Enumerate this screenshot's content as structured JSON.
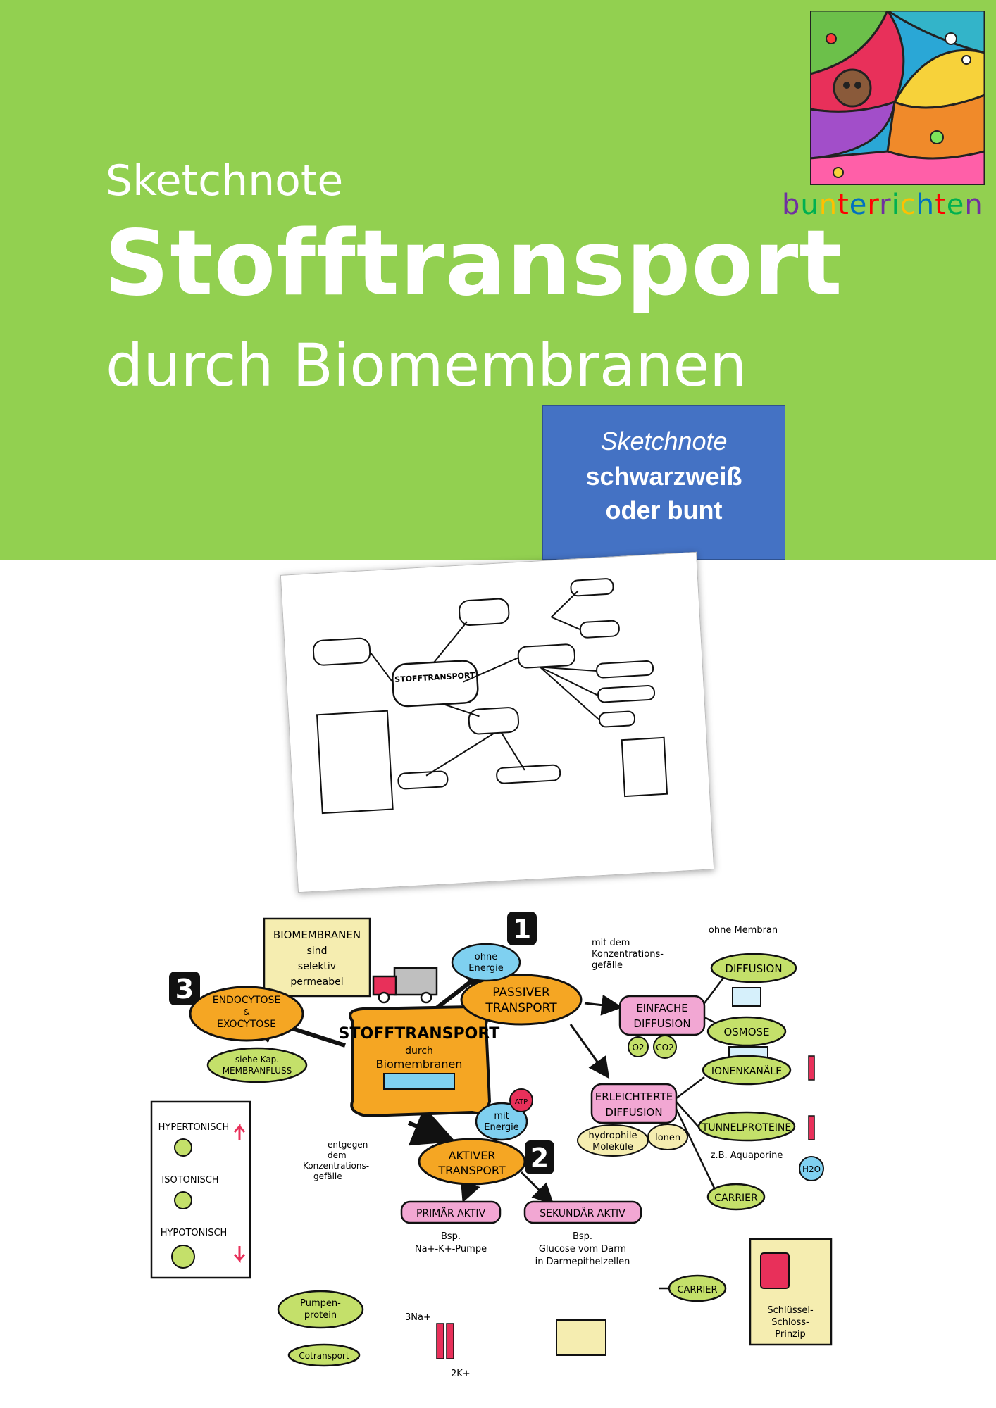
{
  "header": {
    "kicker": "Sketchnote",
    "title_line1": "Stofftransport",
    "title_line2": "durch Biomembranen"
  },
  "infobox": {
    "line1": "Sketchnote",
    "line2": "schwarzweiß",
    "line3": "oder bunt"
  },
  "brand": {
    "letters": [
      "b",
      "u",
      "n",
      "t",
      "e",
      "r",
      "r",
      "i",
      "c",
      "h",
      "t",
      "e",
      "n"
    ],
    "colors": [
      "#7030a0",
      "#00b050",
      "#ffc000",
      "#ff0000",
      "#0070c0",
      "#ff0000",
      "#7030a0",
      "#00b050",
      "#ffc000",
      "#0070c0",
      "#ff0000",
      "#00b050",
      "#7030a0"
    ]
  },
  "colors": {
    "banner": "#92d050",
    "infobox": "#4472c4",
    "orange": "#f5a623",
    "pink": "#f2a7d3",
    "green": "#c4e06a",
    "cream": "#f5edb0",
    "blue": "#7fd0f0"
  },
  "sketch": {
    "hub": [
      "STOFFTRANSPORT",
      "durch",
      "Biomembranen"
    ],
    "numbers": [
      "1",
      "2",
      "3"
    ],
    "note": [
      "BIOMEMBRANEN",
      "sind",
      "selektiv",
      "permeabel"
    ],
    "passive": [
      "PASSIVER",
      "TRANSPORT"
    ],
    "no_energy": [
      "ohne",
      "Energie"
    ],
    "gradient_with": [
      "mit dem",
      "Konzentrations-",
      "gefälle"
    ],
    "without_membrane": "ohne Membran",
    "diffusion": "DIFFUSION",
    "simple_diffusion": [
      "EINFACHE",
      "DIFFUSION"
    ],
    "osmosis": "OSMOSE",
    "gases": [
      "O2",
      "CO2"
    ],
    "facilitated": [
      "ERLEICHTERTE",
      "DIFFUSION"
    ],
    "hydrophilic": [
      "hydrophile",
      "Moleküle"
    ],
    "ions": "Ionen",
    "ion_channels": "IONENKANÄLE",
    "tunnel_proteins": "TUNNELPROTEINE",
    "aquaporine": "z.B. Aquaporine",
    "water": "H2O",
    "carrier": "CARRIER",
    "lock_key": [
      "Schlüssel-",
      "Schloss-",
      "Prinzip"
    ],
    "endo": [
      "ENDOCYTOSE",
      "&",
      "EXOCYTOSE"
    ],
    "see_chapter": [
      "siehe Kap.",
      "MEMBRANFLUSS"
    ],
    "tonicity": [
      "HYPERTONISCH",
      "ISOTONISCH",
      "HYPOTONISCH"
    ],
    "active": [
      "AKTIVER",
      "TRANSPORT"
    ],
    "with_energy": [
      "mit",
      "Energie"
    ],
    "atp": "ATP",
    "gradient_against": [
      "entgegen",
      "dem",
      "Konzentrations-",
      "gefälle"
    ],
    "primary": "PRIMÄR AKTIV",
    "secondary": "SEKUNDÄR AKTIV",
    "example_primary": [
      "Bsp.",
      "Na+-K+-Pumpe"
    ],
    "example_secondary": [
      "Bsp.",
      "Glucose vom Darm",
      "in Darmepithelzellen"
    ],
    "pump_protein": [
      "Pumpen-",
      "protein"
    ],
    "cotransport": "Cotransport",
    "sodium": "3Na+",
    "potassium": "2K+"
  }
}
